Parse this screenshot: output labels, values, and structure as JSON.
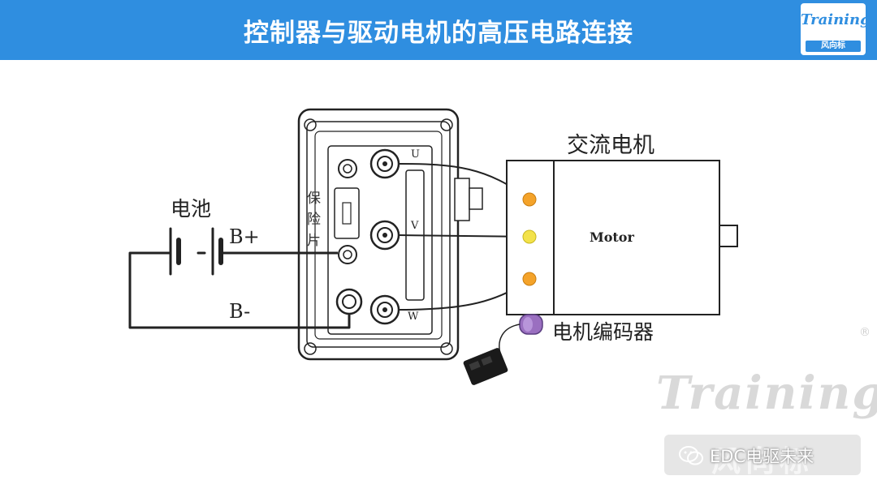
{
  "header": {
    "title": "控制器与驱动电机的高压电路连接",
    "logo_script": "Training",
    "logo_cn": "风向标"
  },
  "diagram": {
    "battery_label": "电池",
    "b_plus": "B+",
    "b_minus": "B-",
    "fuse_label": "保险片",
    "phase_u": "U",
    "phase_v": "V",
    "phase_w": "W",
    "motor_title": "交流电机",
    "motor_inner": "Motor",
    "encoder_label": "电机编码器"
  },
  "watermark": {
    "script": "Training",
    "registered": "®",
    "cn": "风向标",
    "wechat_name": "EDC电驱未来"
  },
  "colors": {
    "header_bg": "#2f8ee0",
    "terminal_orange": "#f4a32a",
    "terminal_yellow": "#f3e24a",
    "encoder_purple": "#9a6fc0"
  }
}
